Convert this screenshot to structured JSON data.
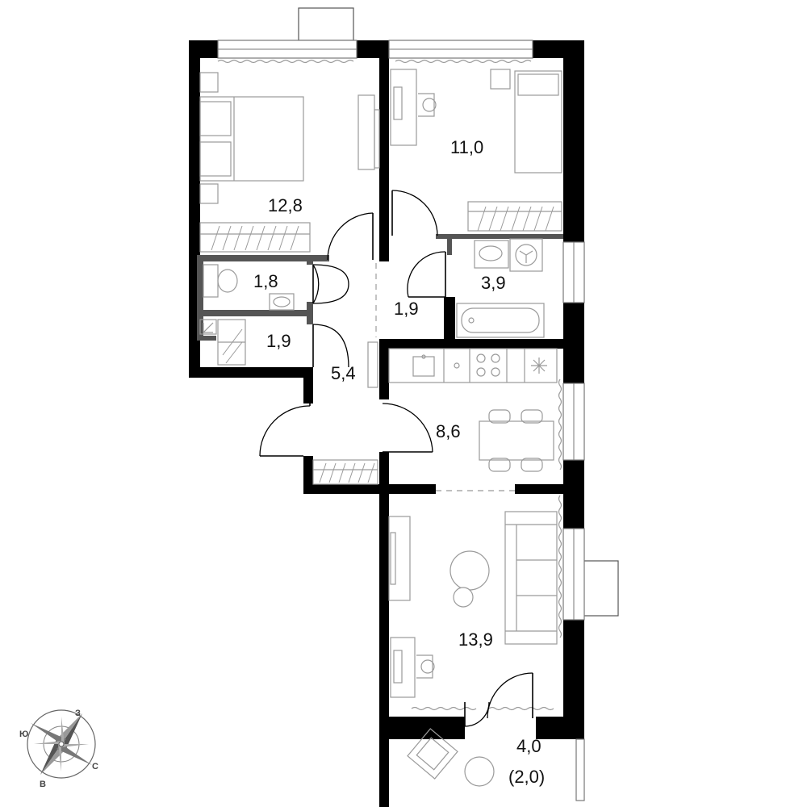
{
  "rooms": {
    "bedroom_master": "12,8",
    "bedroom_small": "11,0",
    "toilet": "1,8",
    "wardrobe": "1,9",
    "bathroom": "3,9",
    "corridor": "1,9",
    "hall": "5,4",
    "kitchen": "8,6",
    "living": "13,9",
    "balcony": "4,0",
    "balcony_reduced": "(2,0)"
  },
  "compass": {
    "north": "З",
    "south": "С",
    "east": "Ю",
    "west": "В"
  }
}
